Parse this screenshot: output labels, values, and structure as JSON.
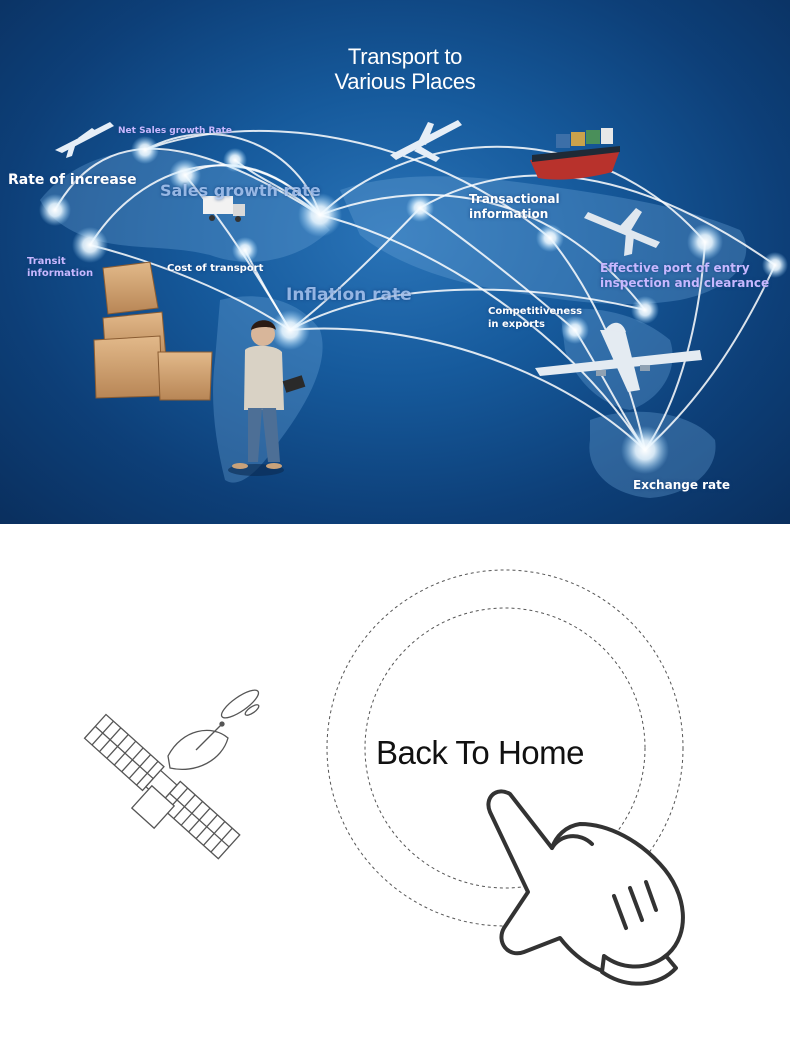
{
  "hero": {
    "title_line1": "Transport to",
    "title_line2": "Various Places",
    "labels": {
      "net_sales": "Net Sales growth Rate",
      "rate_increase": "Rate of increase",
      "sales_growth": "Sales growth rate",
      "transit_line1": "Transit",
      "transit_line2": "information",
      "cost_transport": "Cost of transport",
      "inflation": "Inflation rate",
      "transactional_line1": "Transactional",
      "transactional_line2": "information",
      "effective_line1": "Effective port of entry",
      "effective_line2": "inspection and clearance",
      "competitiveness_line1": "Competitiveness",
      "competitiveness_line2": "in exports",
      "exchange": "Exchange rate"
    }
  },
  "cta": {
    "back_label": "Back To Home"
  },
  "colors": {
    "hero_bg": "#165a9c",
    "node_glow": "#ffffff",
    "line_dark": "#333333"
  }
}
